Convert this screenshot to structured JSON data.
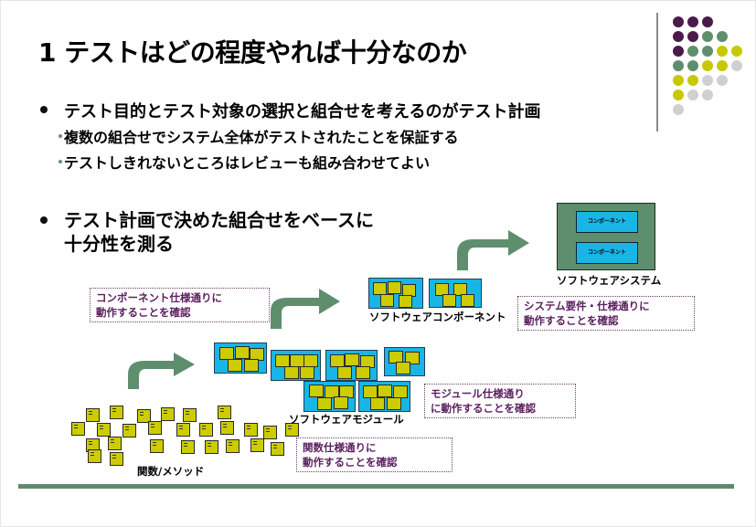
{
  "title": "1 テストはどの程度やれば十分なのか",
  "bullet1": {
    "text": "テスト目的とテスト対象の選択と組合せを考えるのがテスト計画",
    "subs": [
      "複数の組合せでシステム全体がテストされたことを保証する",
      "テストしきれないところはレビューも組み合わせてよい"
    ]
  },
  "bullet2": {
    "line1": "テスト計画で決めた組合せをベースに",
    "line2": "十分性を測る"
  },
  "diagram": {
    "level_functions": {
      "label": "関数/メソッド",
      "callout": [
        "関数仕様通りに",
        "動作することを確認"
      ]
    },
    "level_modules": {
      "label": "ソフトウェアモジュール",
      "callout": [
        "モジュール仕様通り",
        "に動作することを確認"
      ]
    },
    "level_components": {
      "label": "ソフトウェアコンポーネント",
      "callout": [
        "コンポーネント仕様通りに",
        "動作することを確認"
      ]
    },
    "level_system": {
      "label": "ソフトウェアシステム",
      "callout": [
        "システム要件・仕様通りに",
        "動作することを確認"
      ],
      "inner_box_label": "コンポーネント"
    }
  },
  "colors": {
    "accent_green": "#5e8e6e",
    "tile_yellow": "#cccc00",
    "box_cyan": "#19b5e6",
    "callout_purple": "#5b1f5f",
    "deco_purple": "#4a1a4a",
    "deco_lime": "#c8c800",
    "deco_gray": "#d0d0d0"
  }
}
